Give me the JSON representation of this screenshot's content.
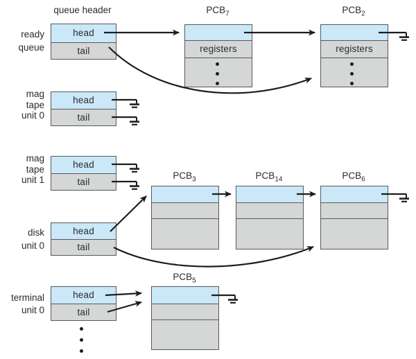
{
  "figure": {
    "queue_header_label": "queue header",
    "registers_label": "registers"
  },
  "queues": [
    {
      "id": "ready-queue",
      "label_lines": [
        "ready",
        "queue"
      ],
      "head": "head",
      "tail": "tail"
    },
    {
      "id": "mag-tape-unit-0",
      "label_lines": [
        "mag",
        "tape",
        "unit 0"
      ],
      "head": "head",
      "tail": "tail"
    },
    {
      "id": "mag-tape-unit-1",
      "label_lines": [
        "mag",
        "tape",
        "unit 1"
      ],
      "head": "head",
      "tail": "tail"
    },
    {
      "id": "disk-unit-0",
      "label_lines": [
        "disk",
        "unit 0"
      ],
      "head": "head",
      "tail": "tail"
    },
    {
      "id": "terminal-unit-0",
      "label_lines": [
        "terminal",
        "unit 0"
      ],
      "head": "head",
      "tail": "tail"
    }
  ],
  "pcbs": [
    {
      "id": "pcb-7",
      "base": "PCB",
      "sub": "7"
    },
    {
      "id": "pcb-2",
      "base": "PCB",
      "sub": "2"
    },
    {
      "id": "pcb-3",
      "base": "PCB",
      "sub": "3"
    },
    {
      "id": "pcb-14",
      "base": "PCB",
      "sub": "14"
    },
    {
      "id": "pcb-6",
      "base": "PCB",
      "sub": "6"
    },
    {
      "id": "pcb-5",
      "base": "PCB",
      "sub": "5"
    }
  ],
  "colors": {
    "link_cell_blue": "#cbe8f8",
    "body_cell_gray": "#d5d6d6",
    "box_border": "#57585a",
    "line_black": "#1d1d1f",
    "background": "#ffffff"
  }
}
